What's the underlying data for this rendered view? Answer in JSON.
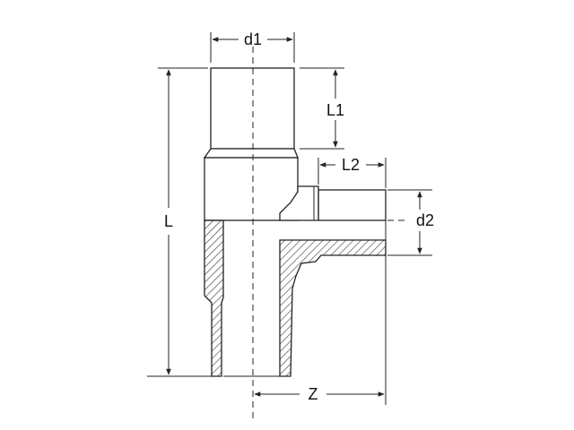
{
  "diagram": {
    "labels": {
      "d1": "d1",
      "L1": "L1",
      "L2": "L2",
      "d2": "d2",
      "L": "L",
      "Z": "Z"
    }
  }
}
